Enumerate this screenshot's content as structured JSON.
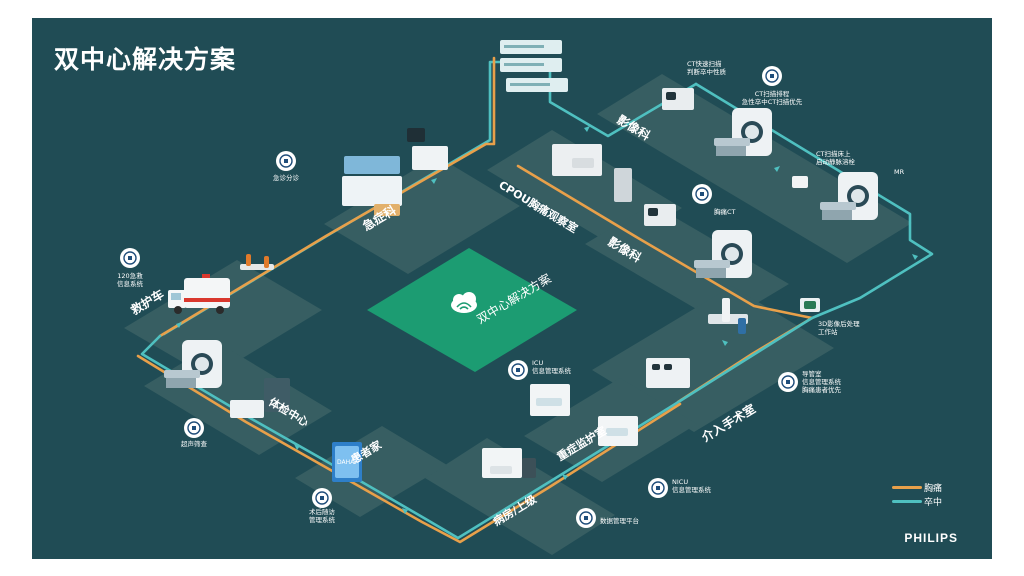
{
  "title": "双中心解决方案",
  "center_label": "双中心解决方案",
  "brand": "PHILIPS",
  "colors": {
    "chest_pain": "#e8a04a",
    "stroke": "#4fc0c0",
    "platform": "#375e62",
    "center": "#1c9c72",
    "accent": "#4fc0c0"
  },
  "legend": [
    {
      "label": "胸痛",
      "color": "#e8a04a"
    },
    {
      "label": "卒中",
      "color": "#4fc0c0"
    }
  ],
  "areas": {
    "ambulance": "救护车",
    "emergency": "急症科",
    "cpou": "CPOU胸痛观察室",
    "imaging_top": "影像科",
    "imaging_mid": "影像科",
    "cath": "介入手术室",
    "icu": "重症监护室",
    "ward": "病房/上级",
    "home": "患者家",
    "checkup": "体检中心"
  },
  "callouts": {
    "ems": [
      "120急救",
      "信息系统"
    ],
    "triage": [
      "急诊分诊"
    ],
    "ct_fast": [
      "CT快速扫描",
      "判断卒中性质"
    ],
    "ct_queue": [
      "CT扫描排程",
      "急性卒中CT扫描优先"
    ],
    "ct_bed": [
      "CT扫描床上",
      "启动静脉溶栓"
    ],
    "mr": [
      "MR"
    ],
    "chest_ct": [
      "胸痛CT"
    ],
    "workstation": [
      "3D影像后处理",
      "工作站"
    ],
    "cathlab": [
      "导管室",
      "信息管理系统",
      "胸痛患者优先"
    ],
    "icu": [
      "ICU",
      "信息管理系统"
    ],
    "nicu": [
      "NICU",
      "信息管理系统"
    ],
    "data": [
      "数据管理平台"
    ],
    "followup": [
      "术后随访",
      "管理系统"
    ],
    "ultrasound": [
      "超声筛查"
    ]
  },
  "home_device": "DAHA"
}
